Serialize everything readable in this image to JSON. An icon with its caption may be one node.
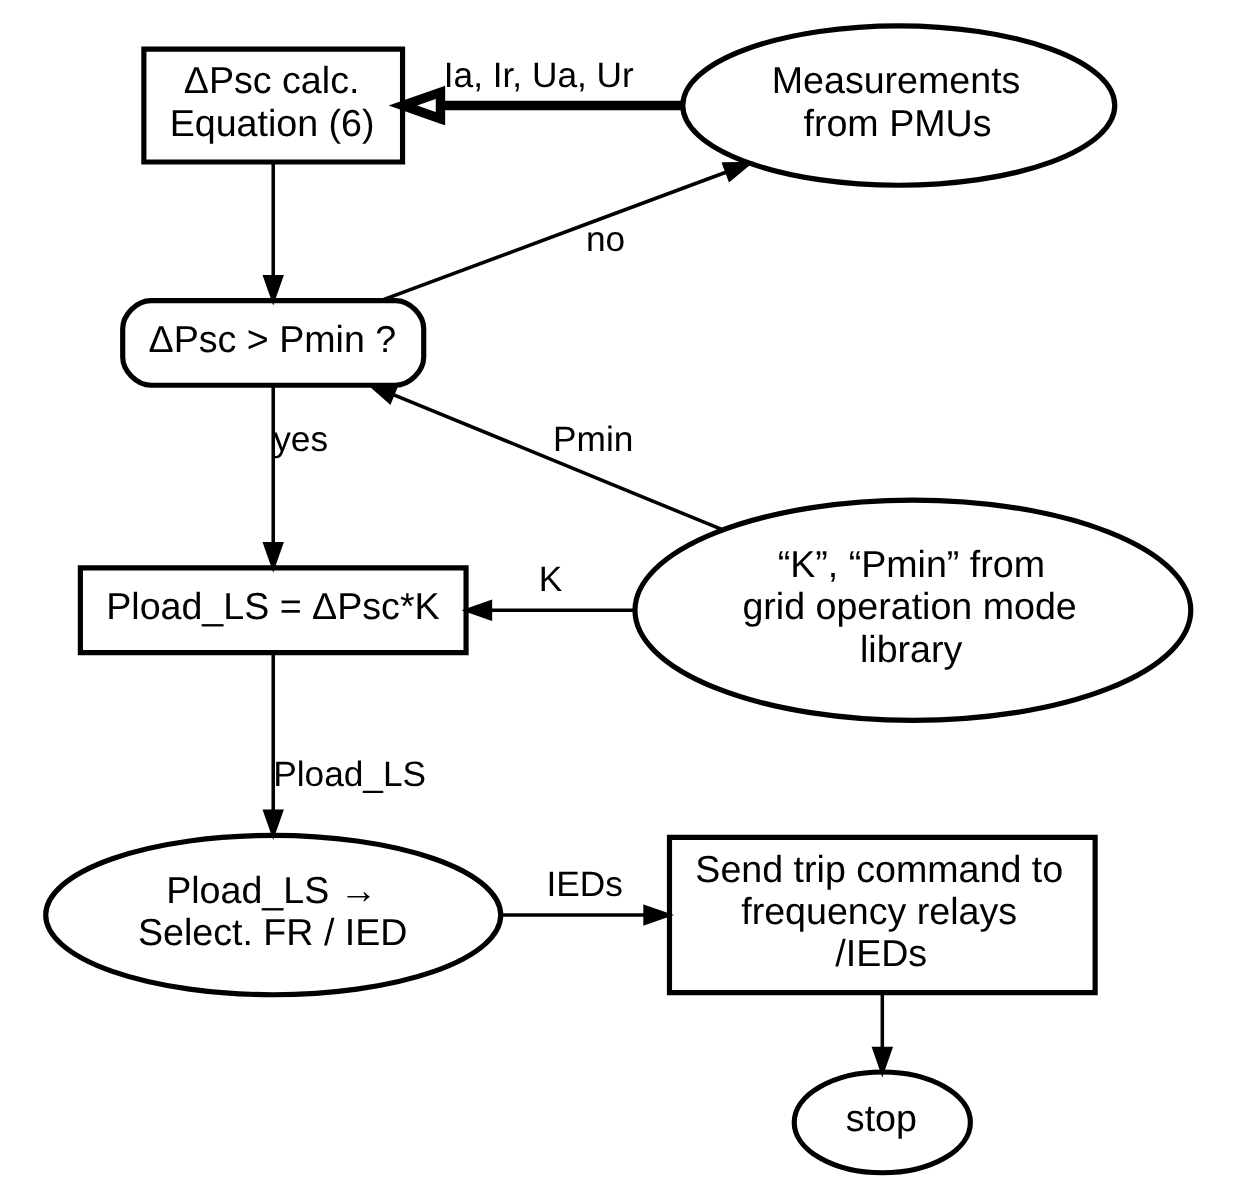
{
  "diagram": {
    "nodes": [
      {
        "text": [
          "ΔPsc calc. Equation (6)"
        ]
      },
      {
        "text": [
          "Measurements from PMUs"
        ]
      },
      {
        "text": [
          "ΔPsc > Pmin ?"
        ]
      },
      {
        "text": [
          "Pload_LS = ΔPsc*K"
        ]
      },
      {
        "text": [
          "“K”, “Pmin” from grid operation mode library"
        ]
      },
      {
        "text": [
          "Send trip command to frequency relays /IEDs"
        ]
      },
      {
        "text": [
          "Pload_LS → Select. FR / IED"
        ]
      },
      {
        "text": [
          "stop"
        ]
      }
    ],
    "edges": [
      {
        "from": 1,
        "to": 0,
        "arrow": "to",
        "label": "Ia, Ir, Ua, Ur",
        "style": "thick"
      },
      {
        "from": 0,
        "to": 2,
        "arrow": "to"
      },
      {
        "from": 2,
        "to": 1,
        "arrow": "to",
        "label": "no"
      },
      {
        "from": 2,
        "to": 3,
        "arrow": "to",
        "label": "yes"
      },
      {
        "from": 4,
        "to": 2,
        "arrow": "to",
        "label": "Pmin"
      },
      {
        "from": 4,
        "to": 3,
        "arrow": "to",
        "label": "K"
      },
      {
        "from": 3,
        "to": 6,
        "arrow": "to",
        "label": "Pload_LS"
      },
      {
        "from": 6,
        "to": 5,
        "arrow": "to",
        "label": "IEDs"
      },
      {
        "from": 5,
        "to": 7,
        "arrow": "to"
      }
    ]
  }
}
